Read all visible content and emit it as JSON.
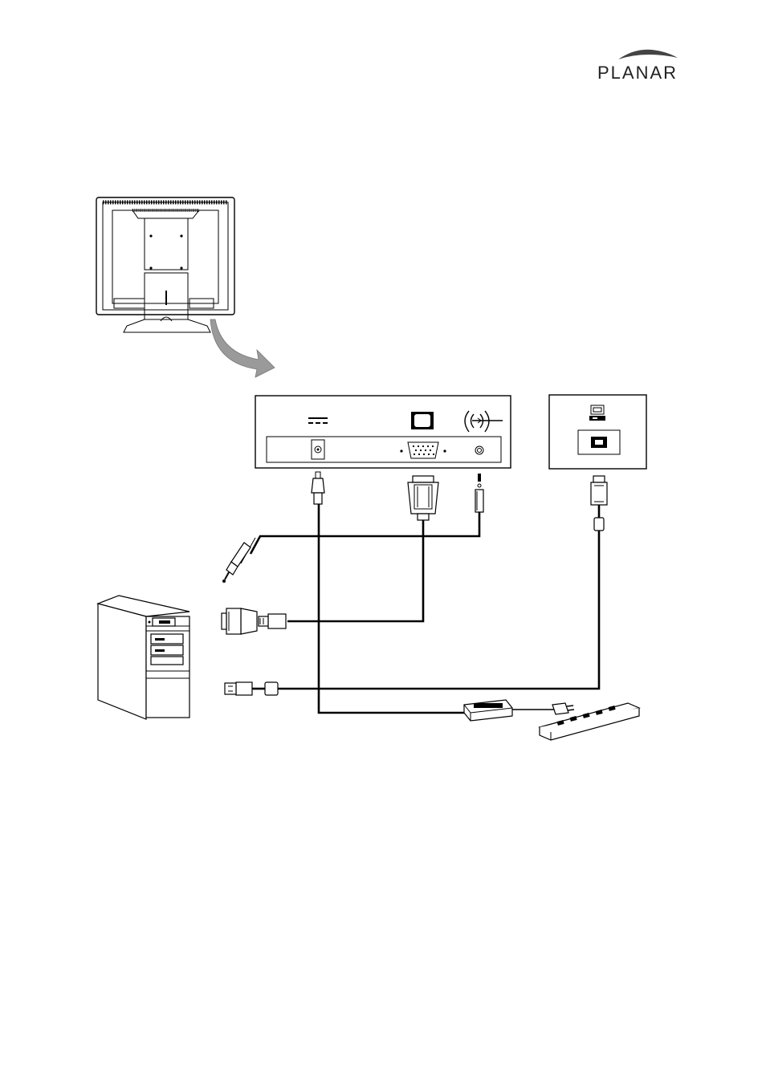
{
  "brand": {
    "name": "PLANAR"
  },
  "diagram": {
    "title": "",
    "monitor_panel_icons": [
      "dc-power-icon",
      "vga-monitor-icon",
      "audio-in-icon"
    ],
    "usb_panel_icons": [
      "computer-icon",
      "usb-b-port-icon"
    ],
    "cables": [
      "dc-power-cable",
      "vga-cable",
      "audio-cable",
      "usb-cable"
    ],
    "devices": [
      "monitor-rear-view",
      "pc-tower",
      "power-adapter",
      "power-strip"
    ]
  }
}
